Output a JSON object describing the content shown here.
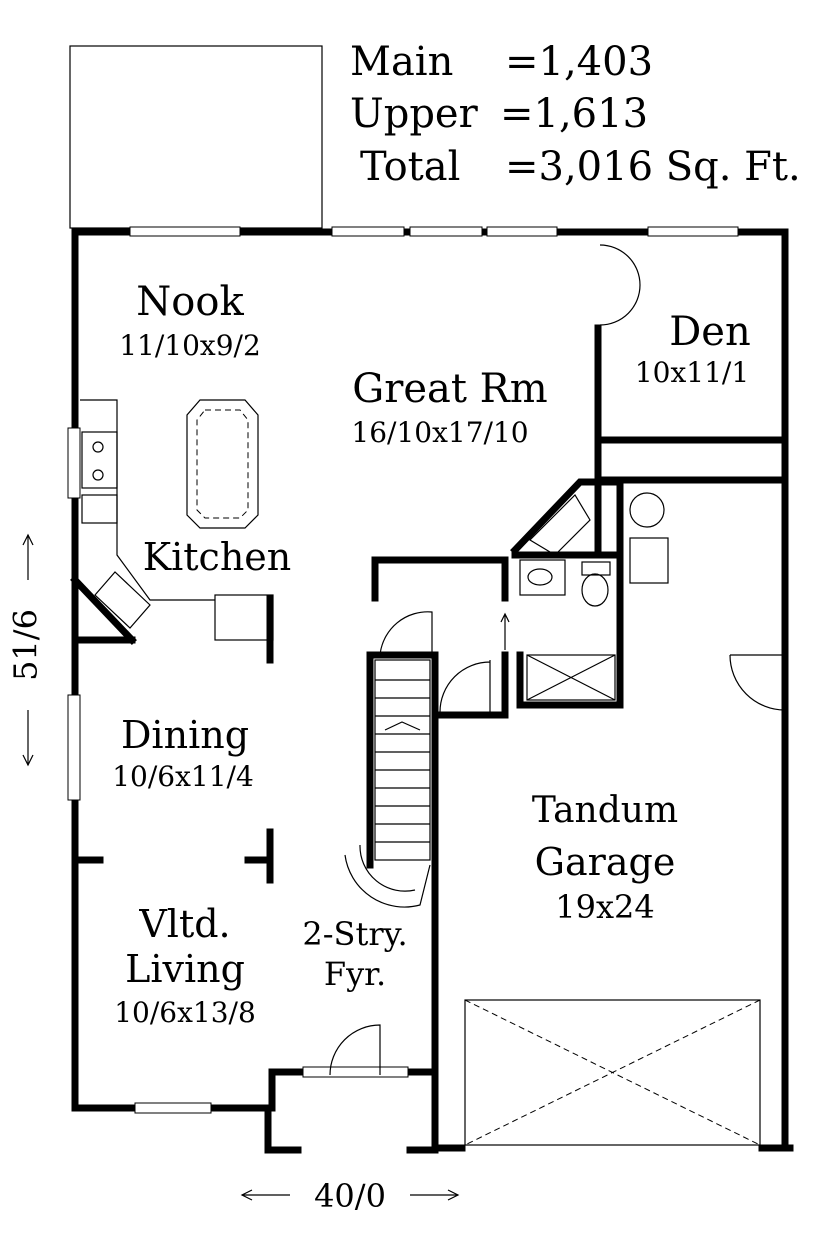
{
  "area_summary": {
    "main_label": "Main",
    "main_value": "=1,403",
    "upper_label": "Upper",
    "upper_value": "=1,613",
    "total_label": "Total",
    "total_value": "=3,016 Sq. Ft."
  },
  "rooms": {
    "nook": {
      "name": "Nook",
      "size": "11/10x9/2"
    },
    "great_room": {
      "name": "Great Rm",
      "size": "16/10x17/10"
    },
    "den": {
      "name": "Den",
      "size": "10x11/1"
    },
    "kitchen": {
      "name": "Kitchen"
    },
    "dining": {
      "name": "Dining",
      "size": "10/6x11/4"
    },
    "garage": {
      "name_line1": "Tandum",
      "name_line2": "Garage",
      "size": "19x24"
    },
    "living": {
      "name_line1": "Vltd.",
      "name_line2": "Living",
      "size": "10/6x13/8"
    },
    "foyer": {
      "name_line1": "2-Stry.",
      "name_line2": "Fyr."
    }
  },
  "dimensions": {
    "depth": "51/6",
    "width": "40/0"
  }
}
